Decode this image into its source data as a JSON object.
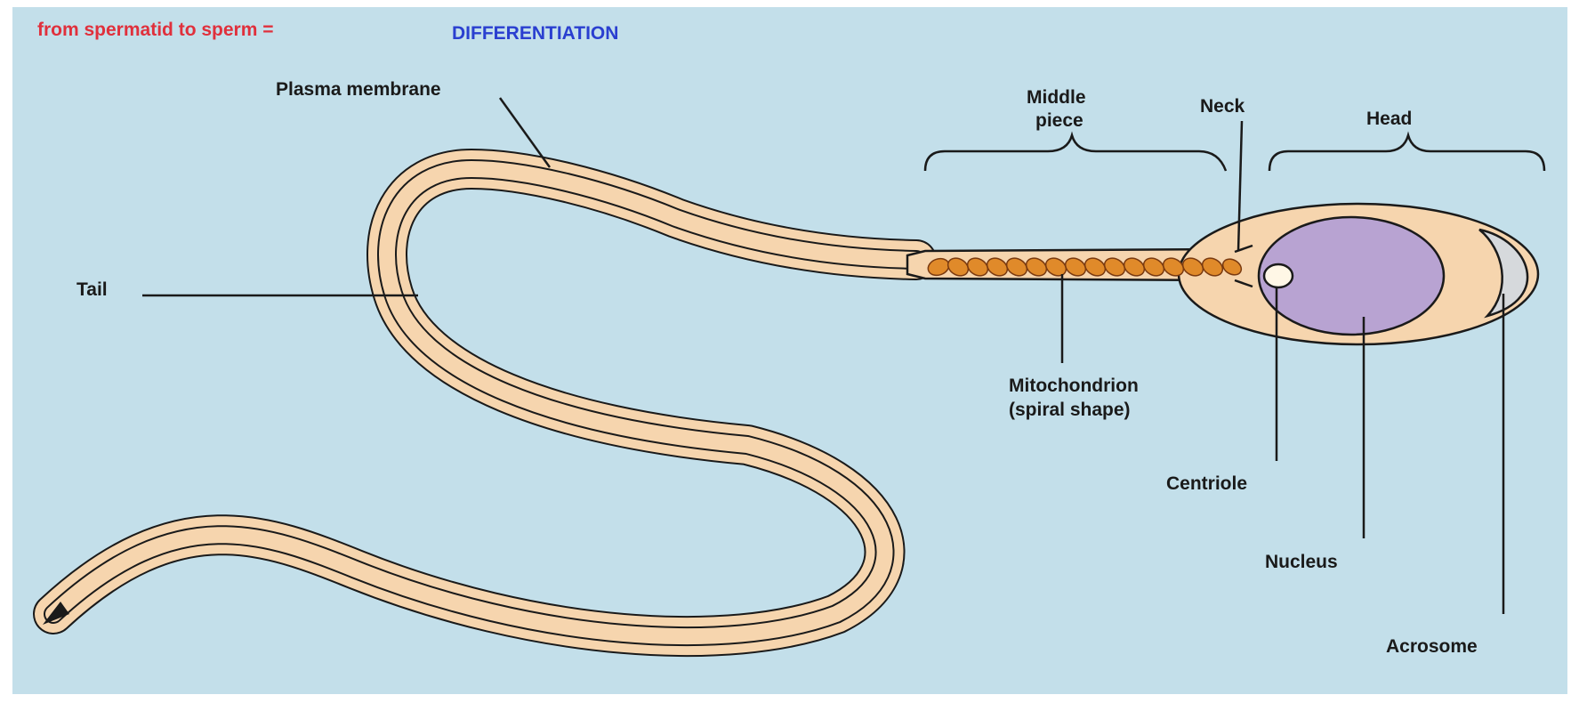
{
  "title": {
    "prefix": "from spermatid to sperm =",
    "term": "DIFFERENTIATION"
  },
  "labels": {
    "plasma_membrane": "Plasma membrane",
    "middle_piece_line1": "Middle",
    "middle_piece_line2": "piece",
    "neck": "Neck",
    "head": "Head",
    "tail": "Tail",
    "mitochondrion_line1": "Mitochondrion",
    "mitochondrion_line2": "(spiral shape)",
    "centriole": "Centriole",
    "nucleus": "Nucleus",
    "acrosome": "Acrosome"
  },
  "colors": {
    "background": "#c3dfea",
    "cell_body": "#f6d5ae",
    "outline": "#1a1a1a",
    "mitochondria": "#e08a2a",
    "nucleus": "#b8a3d2",
    "acrosome": "#d6d9dc",
    "title_prefix": "#e0303c",
    "title_term": "#2a3fd0"
  }
}
